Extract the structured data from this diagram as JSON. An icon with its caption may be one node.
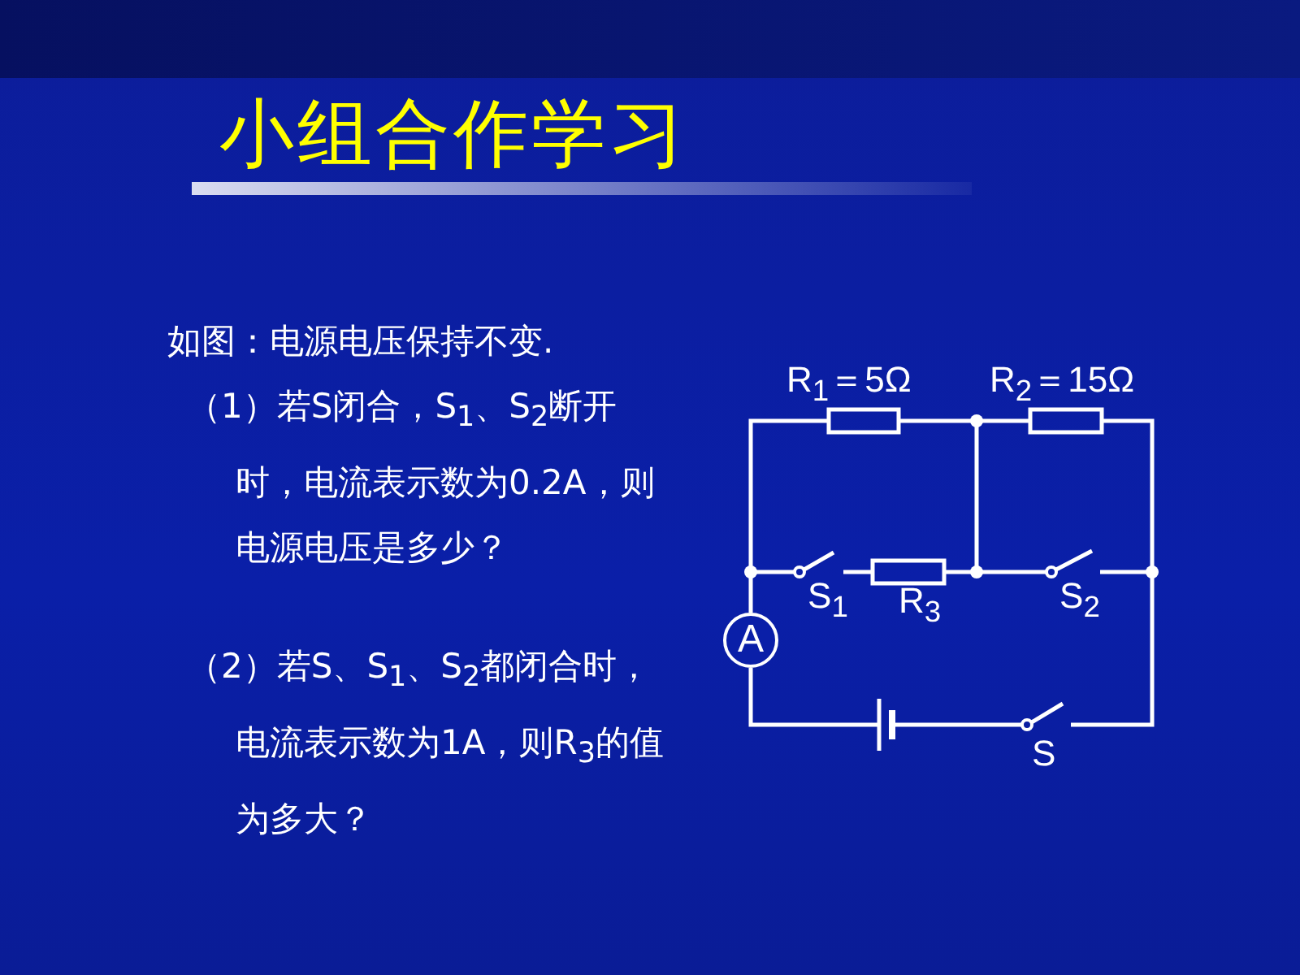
{
  "diagram": {
    "title": "小组合作学习",
    "nodes": [
      {
        "text": [
          "A"
        ]
      }
    ],
    "labels": [
      "如图：电源电压保持不变.",
      "（1）若S闭合，S$_{1}$、S$_{2}$断开时，电流表示数为0.2A，则电源电压是多少？",
      "（2）若S、S$_{1}$、S$_{2}$都闭合时，电流表示数为1A，则R$_{3}$的值为多大？",
      "R$_{1}$＝5Ω",
      "R$_{2}$＝15Ω",
      "S$_{1}$",
      "R$_{3}$",
      "S$_{2}$",
      "S"
    ]
  }
}
